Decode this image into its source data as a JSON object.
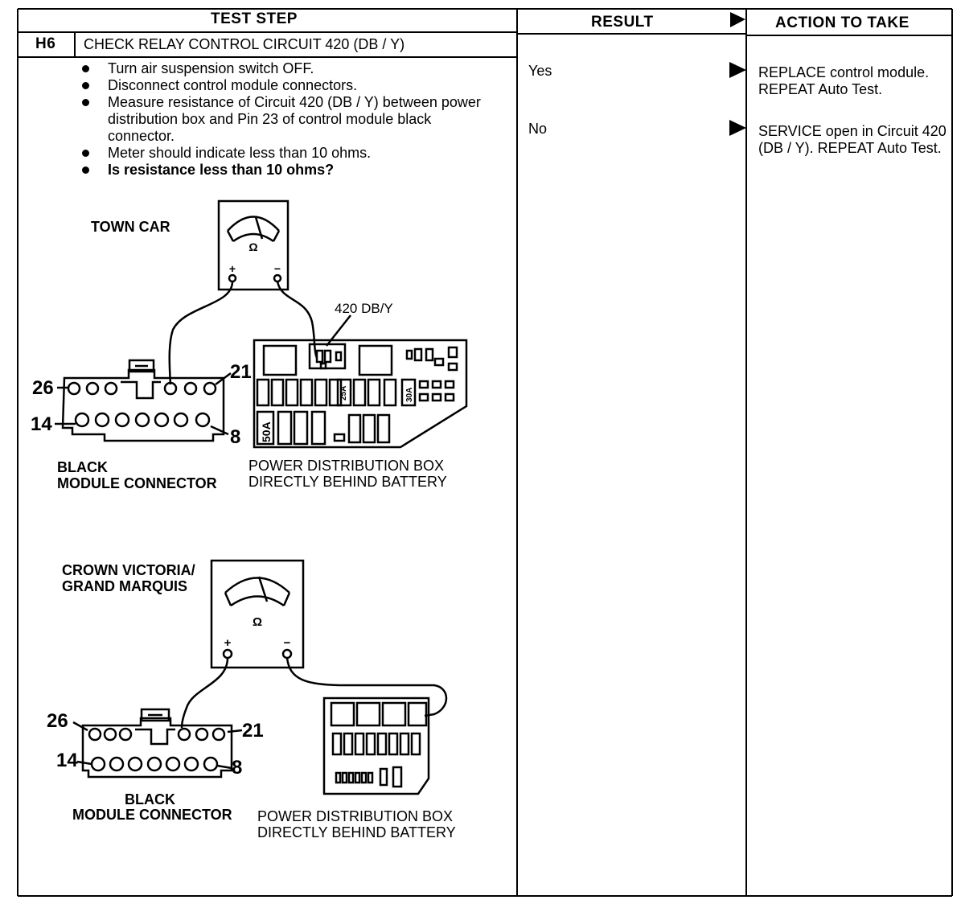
{
  "table": {
    "headers": {
      "test_step": "TEST STEP",
      "result": "RESULT",
      "action": "ACTION TO TAKE"
    },
    "step_id": "H6",
    "step_title": "CHECK RELAY CONTROL CIRCUIT 420 (DB / Y)",
    "instructions": [
      "Turn air suspension switch OFF.",
      "Disconnect control module connectors.",
      "Measure resistance of Circuit 420 (DB / Y) between power distribution box and Pin 23 of control module black connector.",
      "Meter should indicate less than 10 ohms.",
      "Is resistance less than 10 ohms?"
    ],
    "rows": [
      {
        "result": "Yes",
        "action": "REPLACE control module. REPEAT Auto Test."
      },
      {
        "result": "No",
        "action": "SERVICE open in Circuit 420 (DB / Y). REPEAT Auto Test."
      }
    ]
  },
  "diagram1": {
    "vehicle": "TOWN CAR",
    "meter_symbol": "Ω",
    "plus": "+",
    "minus": "−",
    "wire_label": "420 DB/Y",
    "pin_26": "26",
    "pin_21": "21",
    "pin_14": "14",
    "pin_8": "8",
    "connector_line1": "BLACK",
    "connector_line2": "MODULE CONNECTOR",
    "box_line1": "POWER DISTRIBUTION BOX",
    "box_line2": "DIRECTLY BEHIND BATTERY",
    "fuse_25a": "25A",
    "fuse_30a": "30A",
    "fuse_50a": "50A"
  },
  "diagram2": {
    "vehicle_line1": "CROWN VICTORIA/",
    "vehicle_line2": "GRAND MARQUIS",
    "meter_symbol": "Ω",
    "plus": "+",
    "minus": "−",
    "pin_26": "26",
    "pin_21": "21",
    "pin_14": "14",
    "pin_8": "8",
    "connector_line1": "BLACK",
    "connector_line2": "MODULE CONNECTOR",
    "box_line1": "POWER DISTRIBUTION BOX",
    "box_line2": "DIRECTLY BEHIND BATTERY"
  },
  "colors": {
    "ink": "#000000",
    "paper": "#ffffff"
  }
}
